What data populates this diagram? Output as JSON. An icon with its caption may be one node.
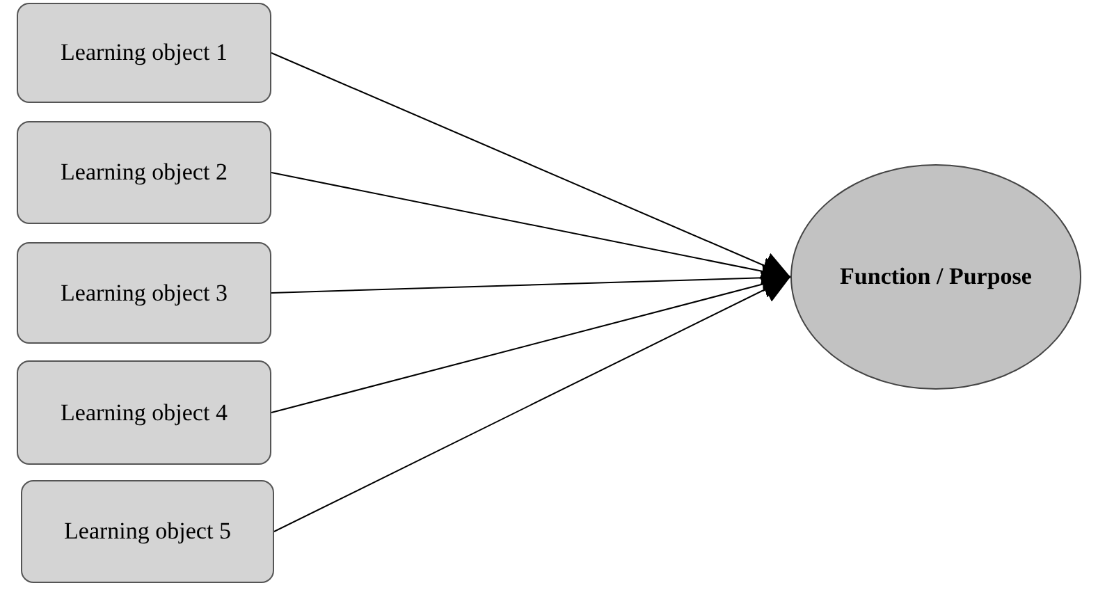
{
  "diagram": {
    "nodes": [
      {
        "text": [
          "Learning object 1"
        ]
      },
      {
        "text": [
          "Learning object 2"
        ]
      },
      {
        "text": [
          "Learning object 3"
        ]
      },
      {
        "text": [
          "Learning object 4"
        ]
      },
      {
        "text": [
          "Learning object 5"
        ]
      },
      {
        "text": [
          "Function / Purpose"
        ]
      }
    ],
    "edges": [
      {
        "from": 0,
        "to": 5,
        "arrow": "to"
      },
      {
        "from": 1,
        "to": 5,
        "arrow": "to"
      },
      {
        "from": 2,
        "to": 5,
        "arrow": "to"
      },
      {
        "from": 3,
        "to": 5,
        "arrow": "to"
      },
      {
        "from": 4,
        "to": 5,
        "arrow": "to"
      }
    ]
  }
}
